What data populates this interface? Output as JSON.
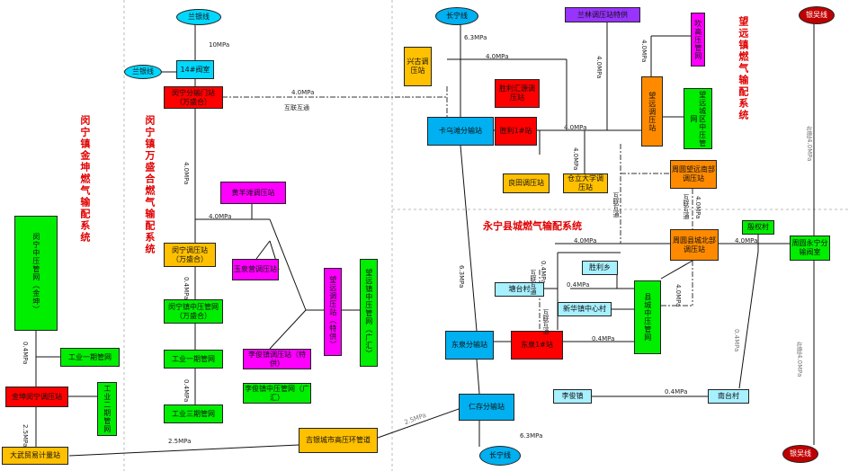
{
  "titles": {
    "jinkun": "闵宁镇金坤燃气输配系统",
    "wansheng": "闵宁镇万盛合燃气输配系统",
    "wangyuan": "望远镇燃气输配系统",
    "yongning": "永宁县城燃气输配系统"
  },
  "nodes": {
    "lanyin_top": "兰银线",
    "lanyin_left": "兰银线",
    "valve_14": "14#阀室",
    "minning_door": "闵宁分输门站（万盛合）",
    "wh_pressure_reg": "闵宁调压站（万盛合）",
    "zone_pipe": "闵宁镇中压管网（万盛合）",
    "ind1_wsh": "工业一期管网",
    "ind3_wsh": "工业三期管网",
    "huangyangtan": "黄羊滩调压站",
    "yuquanying": "玉泉营调压站",
    "wangyuan_reg": "望远调压站（特供）",
    "wangyuan_mid": "望远镇中压管网（广汇）",
    "lijun_reg": "李俊镇调压站（特供）",
    "lijun_net": "李俊镇中压管网（广汇）",
    "jinkun_pipe": "闵宁中压管网（金坤）",
    "ind1_jk": "工业一期管网",
    "jinkun_reg": "金坤闵宁调压站",
    "ind2_jk": "工业二期管网",
    "dawu": "大武贸易计量站",
    "yinchuan": "吉银城市高压环管道",
    "changning_top": "长宁线",
    "changning_bot": "长宁线",
    "xinggu": "兴古调压站",
    "kawutan": "卡乌滩分输站",
    "shengli_reg": "胜利汇源调压站",
    "shengli_1": "胜利1#站",
    "liangtian": "良田调压站",
    "cangli": "仓立大学调压站",
    "sanlin": "兰林调压站特供",
    "wd_reg": "吹高压管网",
    "wangyuan_reg2": "望远调压站",
    "wangyuan_net2": "望远城区中压管网",
    "zhouyuan_south": "周圆望远南部调压站",
    "zhouyuan_north": "周圆县城北部调压站",
    "rongjiang": "殷权村",
    "yongning_door": "周圆永宁分输阀室",
    "shengli_xiang": "胜利乡",
    "taihe": "塘台村",
    "xinhua": "新华镇中心村",
    "county_net": "县城中压管网",
    "dongshang": "东泉分输站",
    "dongshang_1": "东泉1#站",
    "renzi": "仁存分输站",
    "lijun_town": "李俊镇",
    "nantai": "南台村",
    "ellipse_tr": "银吴线",
    "ellipse_br": "银吴线"
  },
  "labels": {
    "p10_top": "10MPa",
    "p40_link": "4.0MPa",
    "interconn": "互联互通",
    "p40_vert_wsh": "4.0MPa",
    "p40_branch": "4.0MPa",
    "p04_wsh": "0.4MPa",
    "p04_wsh_b": "0.4MPa",
    "p04_jk": "0.4MPa",
    "p25_jk": "2.5MPa",
    "p25_bottom": "2.5MPa",
    "p25_ring": "2.5MPa",
    "p63_top": "6.3MPa",
    "p40_xinggu": "4.0MPa",
    "p40_sanlin": "4.0MPa",
    "p40_wd": "4.0MPa",
    "p40_kawu": "4.0MPa",
    "p40_cangli": "4.0MPa",
    "interconn_2": "互联互通",
    "interconn_3": "互联互通",
    "p40_south": "4.0MPa",
    "p40_north": "4.0MPa",
    "p63_mid": "6.3MPa",
    "p40_dongshang": "4.0MPa",
    "p04_sl": "0.4MPa",
    "p04_xh": "0.4MPa",
    "p40_county": "4.0MPa",
    "p04_ds1": "0.4MPa",
    "interconn_4": "互联互通",
    "p04_lj": "0.4MPa",
    "p04_nt": "0.4MPa",
    "p63_bot": "6.3MPa",
    "p40_door": "4.0MPa",
    "build_top": "在建4.0MPa",
    "build_bot": "在建4.0MPa"
  },
  "colors": {
    "red": "#ff0000",
    "orange": "#ff8a00",
    "yellow": "#ffc000",
    "green": "#00ee00",
    "cyan": "#00d8ff",
    "magenta": "#ff00ff",
    "purple": "#9933ff",
    "dark_red": "#c00000",
    "title_red": "#e00000"
  }
}
